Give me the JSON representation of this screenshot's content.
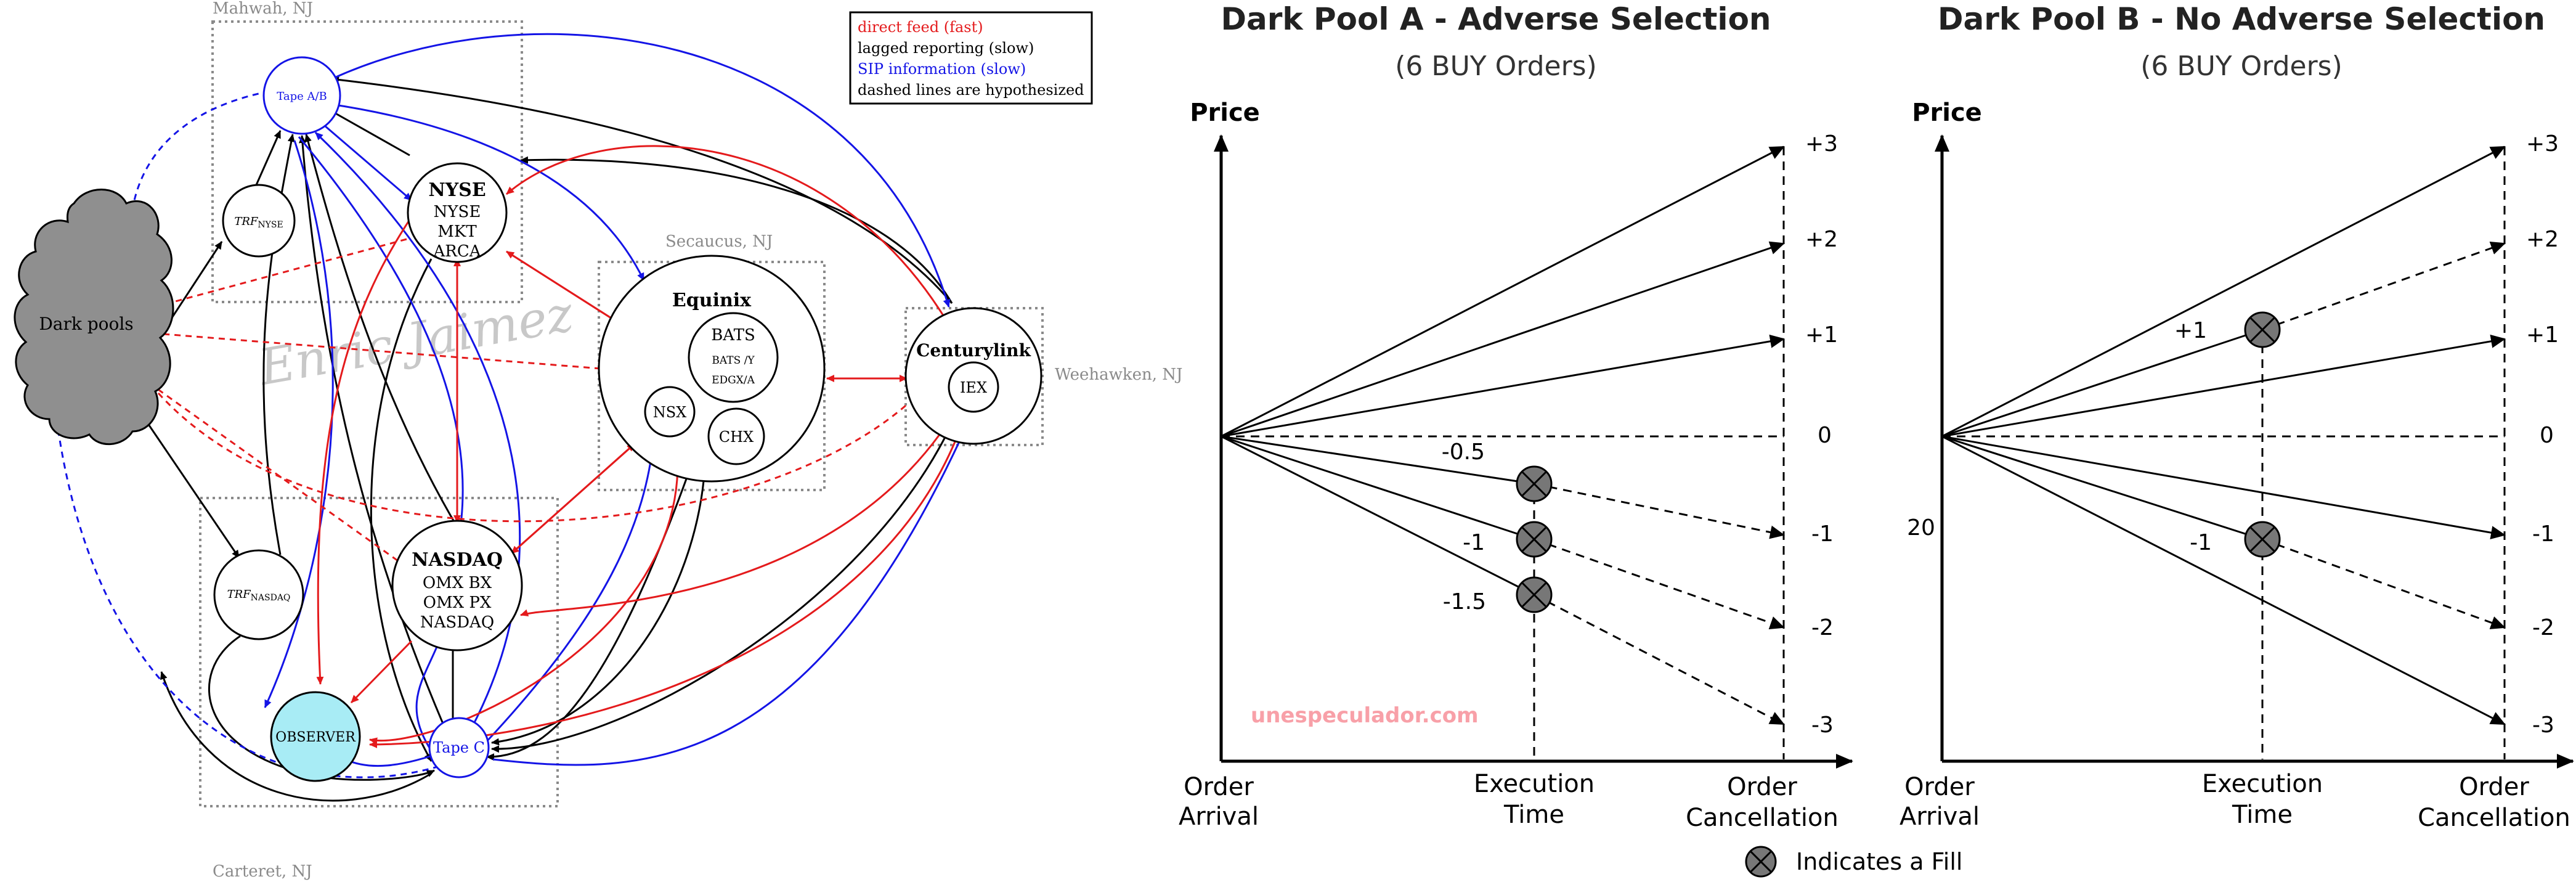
{
  "network": {
    "regions": {
      "mahwah": "Mahwah, NJ",
      "secaucus": "Secaucus, NJ",
      "weehawken": "Weehawken, NJ",
      "carteret": "Carteret, NJ"
    },
    "legend": {
      "direct": "direct feed (fast)",
      "lagged": "lagged reporting (slow)",
      "sip": "SIP information (slow)",
      "dashed": "dashed lines are hypothesized"
    },
    "nodes": {
      "dark_pools": "Dark pools",
      "tape_ab": "Tape A/B",
      "trf_nyse_main": "TRF",
      "trf_nyse_sub": "NYSE",
      "nyse_title": "NYSE",
      "nyse_1": "NYSE",
      "nyse_2": "MKT",
      "nyse_3": "ARCA",
      "equinix_title": "Equinix",
      "bats_1": "BATS",
      "bats_2": "BATS /Y",
      "bats_3": "EDGX/A",
      "nsx": "NSX",
      "chx": "CHX",
      "centurylink": "Centurylink",
      "iex": "IEX",
      "trf_nasdaq_main": "TRF",
      "trf_nasdaq_sub": "NASDAQ",
      "nasdaq_title": "NASDAQ",
      "nasdaq_1": "OMX BX",
      "nasdaq_2": "OMX PX",
      "nasdaq_3": "NASDAQ",
      "observer": "OBSERVER",
      "tape_c": "Tape C"
    },
    "watermark": "Enric Jaimez",
    "colors": {
      "direct": "#e41a1c",
      "sip": "#1414e6",
      "lagged": "#000000",
      "observer_fill": "#a8ecf5",
      "cloud_fill": "#8f8f8f"
    }
  },
  "panel_a": {
    "title": "Dark Pool A - Adverse Selection",
    "subtitle": "(6 BUY Orders)",
    "y_axis": "Price",
    "x_labels": {
      "arrival_1": "Order",
      "arrival_2": "Arrival",
      "exec_1": "Execution",
      "exec_2": "Time",
      "cancel_1": "Order",
      "cancel_2": "Cancellation"
    },
    "right_ticks": [
      "+3",
      "+2",
      "+1",
      "0",
      "-1",
      "-2",
      "-3"
    ],
    "fill_labels": [
      "-0.5",
      "-1",
      "-1.5"
    ]
  },
  "panel_b": {
    "title": "Dark Pool B - No Adverse Selection",
    "subtitle": "(6 BUY Orders)",
    "y_axis": "Price",
    "left_value": "20",
    "x_labels": {
      "arrival_1": "Order",
      "arrival_2": "Arrival",
      "exec_1": "Execution",
      "exec_2": "Time",
      "cancel_1": "Order",
      "cancel_2": "Cancellation"
    },
    "right_ticks": [
      "+3",
      "+2",
      "+1",
      "0",
      "-1",
      "-2",
      "-3"
    ],
    "fill_labels": [
      "+1",
      "-1"
    ]
  },
  "footer": {
    "fill_legend": "Indicates a Fill",
    "watermark": "unespeculador.com"
  }
}
